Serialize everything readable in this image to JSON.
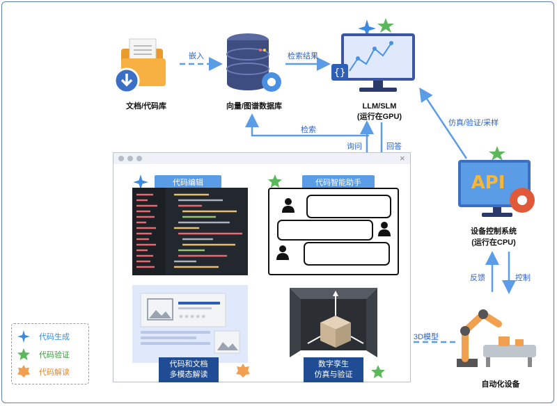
{
  "nodes": {
    "docs": "文档/代码库",
    "vectordb": "向量/图谱数据库",
    "llm_line1": "LLM/SLM",
    "llm_line2": "(运行在GPU)",
    "device_line1": "设备控制系统",
    "device_line2": "(运行在CPU)",
    "api_label": "API",
    "automation": "自动化设备"
  },
  "edges": {
    "embed": "嵌入",
    "retrieval_result": "检索结果",
    "retrieve": "检索",
    "query": "询问",
    "answer": "回答",
    "simulate": "仿真/验证/采样",
    "feedback": "反馈",
    "control": "控制",
    "model3d": "3D模型"
  },
  "panels": {
    "code_editing": "代码编辑",
    "code_assistant": "代码智能助手",
    "multimodal_line1": "代码和文档",
    "multimodal_line2": "多模态解读",
    "twin_line1": "数字孪生",
    "twin_line2": "仿真与验证",
    "window_close": "×"
  },
  "legend": [
    {
      "label": "代码生成",
      "icon": "sparkle",
      "color": "#3a8be0"
    },
    {
      "label": "代码验证",
      "icon": "star",
      "color": "#5cb85c"
    },
    {
      "label": "代码解读",
      "icon": "badge",
      "color": "#f0a050"
    }
  ],
  "colors": {
    "accent": "#4a90e2",
    "arrow": "#5b9ce6",
    "dark_blue": "#1f4c93",
    "green": "#5cb85c",
    "orange": "#f0a050"
  }
}
